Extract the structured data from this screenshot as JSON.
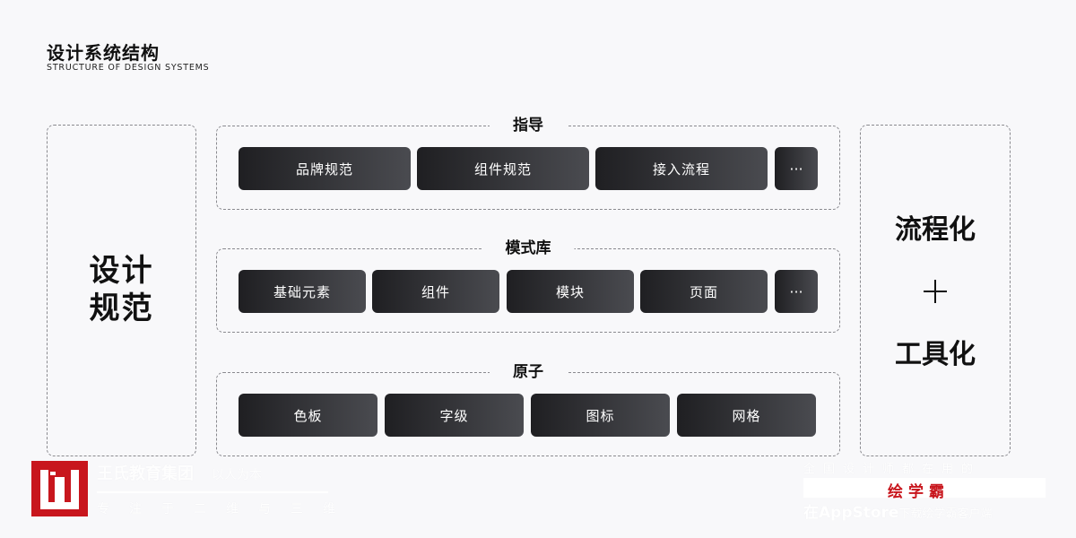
{
  "header": {
    "title": "设计系统结构",
    "subtitle": "STRUCTURE OF DESIGN SYSTEMS"
  },
  "left_panel": {
    "line1": "设计",
    "line2": "规范"
  },
  "sections": {
    "guidance": {
      "label": "指导",
      "items": [
        "品牌规范",
        "组件规范",
        "接入流程",
        "···"
      ]
    },
    "pattern_library": {
      "label": "模式库",
      "items": [
        "基础元素",
        "组件",
        "模块",
        "页面",
        "···"
      ]
    },
    "atoms": {
      "label": "原子",
      "items": [
        "色板",
        "字级",
        "图标",
        "网格"
      ]
    }
  },
  "right_panel": {
    "top": "流程化",
    "bottom": "工具化",
    "connector_icon": "plus-icon"
  },
  "watermark": {
    "org": "王氏教育集团",
    "slogan": "以人为本",
    "motto": "专注于二维与三维",
    "right_line1": "全国设计师都在用的",
    "brand": "绘学霸",
    "right_line2": "在AppStore",
    "right_line2_small": "下载绘学霸客户端"
  },
  "colors": {
    "brand_red": "#c8161d",
    "pill_dark": "#1f1f22",
    "pill_light": "#4a4b50"
  }
}
